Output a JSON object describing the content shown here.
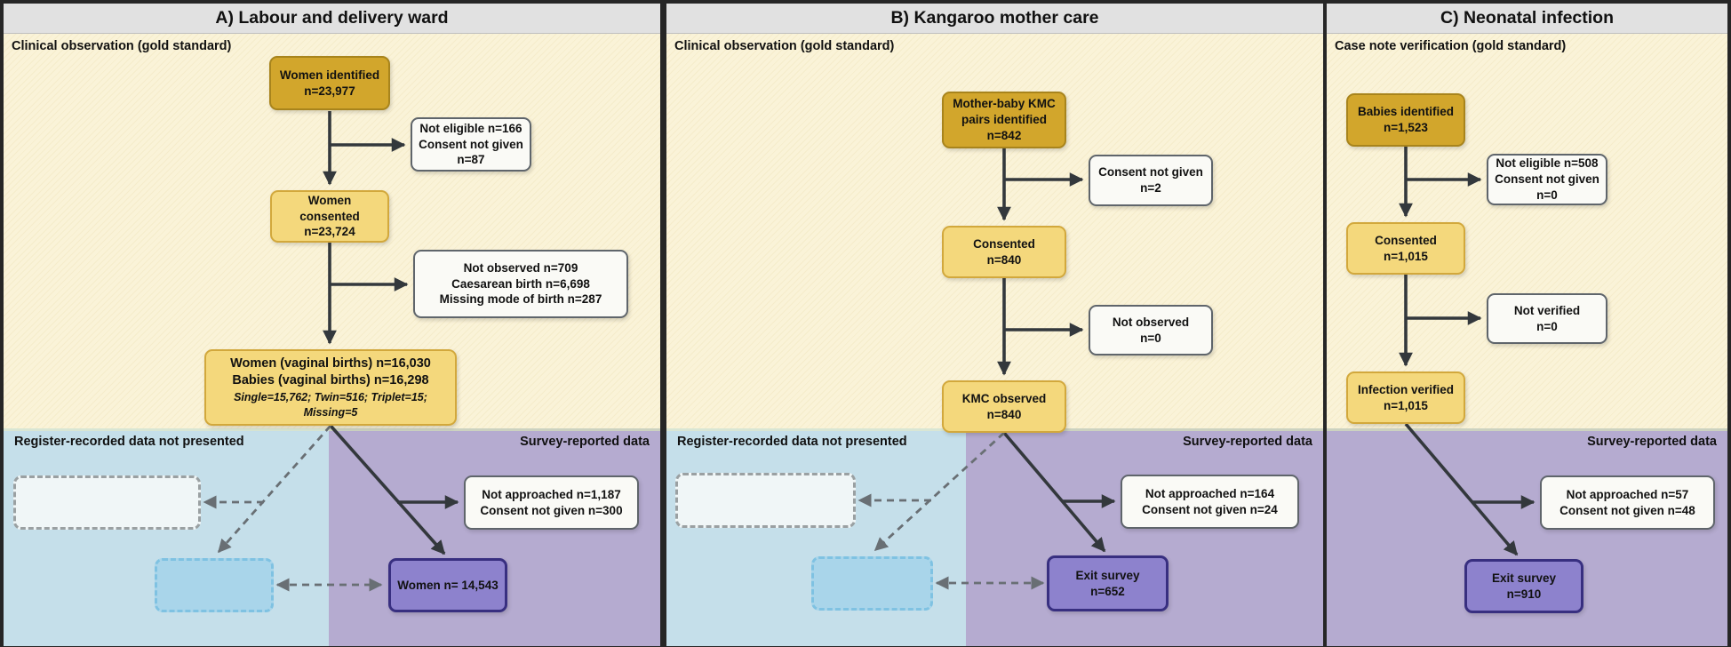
{
  "colors": {
    "frame": "#262626",
    "cream": "#faf3d8",
    "header_bg": "#e1e1e1",
    "gold_dark": "#d2a62c",
    "gold_dark_border": "#a8841c",
    "gold_light": "#f4d87c",
    "gold_light_border": "#d2a83c",
    "white_box": "#fafaf6",
    "white_box_border": "#5f656b",
    "purple_box": "#8d82cd",
    "purple_box_border": "#382f80",
    "band_blue": "#c5dfea",
    "band_purple": "#b5abd0",
    "dash_blue_fill": "#a9d5ea",
    "dash_blue_border": "#7fc2e2",
    "dash_white_border": "#9aa0a2",
    "arrow_dark": "#33383c",
    "arrow_gray": "#696f74"
  },
  "panels": [
    {
      "label": "A",
      "title": "A) Labour and delivery ward",
      "section_label": "Clinical observation (gold standard)",
      "flow": {
        "identified": "Women identified\nn=23,977",
        "not_eligible": "Not eligible n=166\nConsent not given\nn=87",
        "consented": "Women consented\nn=23,724",
        "excluded": "Not observed n=709\nCaesarean birth n=6,698\nMissing mode of birth n=287",
        "observed": "Women (vaginal births) n=16,030\nBabies (vaginal births) n=16,298",
        "observed_detail": "Single=15,762; Twin=516; Triplet=15; Missing=5"
      },
      "bottom": {
        "register_label": "Register-recorded data not presented",
        "survey_label": "Survey-reported data",
        "not_approached": "Not approached n=1,187\nConsent not given n=300",
        "survey_box": "Women n= 14,543"
      }
    },
    {
      "label": "B",
      "title": "B) Kangaroo mother care",
      "section_label": "Clinical observation (gold standard)",
      "flow": {
        "identified": "Mother-baby KMC\npairs identified\nn=842",
        "not_eligible": "Consent not given\nn=2",
        "consented": "Consented\nn=840",
        "excluded": "Not observed\nn=0",
        "observed": "KMC observed\nn=840"
      },
      "bottom": {
        "register_label": "Register-recorded data not presented",
        "survey_label": "Survey-reported data",
        "not_approached": "Not approached n=164\nConsent not given n=24",
        "survey_box": "Exit survey\nn=652"
      }
    },
    {
      "label": "C",
      "title": "C) Neonatal infection",
      "section_label": "Case note verification (gold standard)",
      "flow": {
        "identified": "Babies identified\nn=1,523",
        "not_eligible": "Not eligible n=508\nConsent not given\nn=0",
        "consented": "Consented\nn=1,015",
        "excluded": "Not verified\nn=0",
        "observed": "Infection verified\nn=1,015"
      },
      "bottom": {
        "survey_label": "Survey-reported data",
        "not_approached": "Not approached n=57\nConsent not given n=48",
        "survey_box": "Exit survey\nn=910"
      }
    }
  ]
}
